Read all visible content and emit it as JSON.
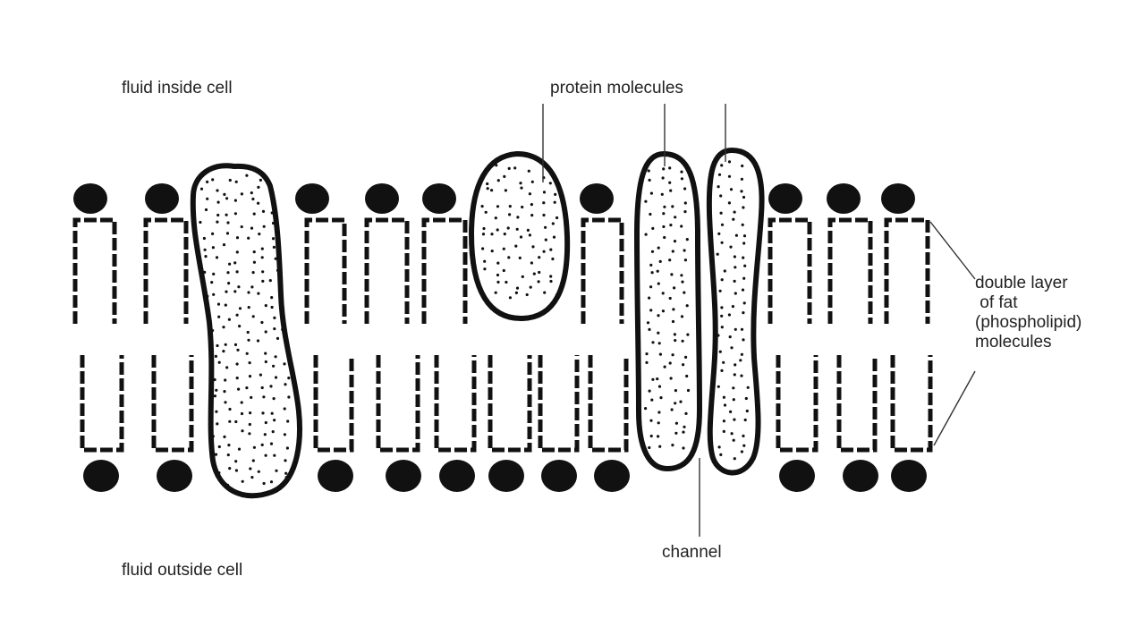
{
  "labels": {
    "inside": "fluid inside cell",
    "outside": "fluid outside cell",
    "proteins": "protein molecules",
    "channel": "channel",
    "bilayer": "double layer\n of fat\n(phospholipid)\nmolecules"
  },
  "colors": {
    "ink": "#111111",
    "background": "#ffffff",
    "text": "#222222"
  }
}
